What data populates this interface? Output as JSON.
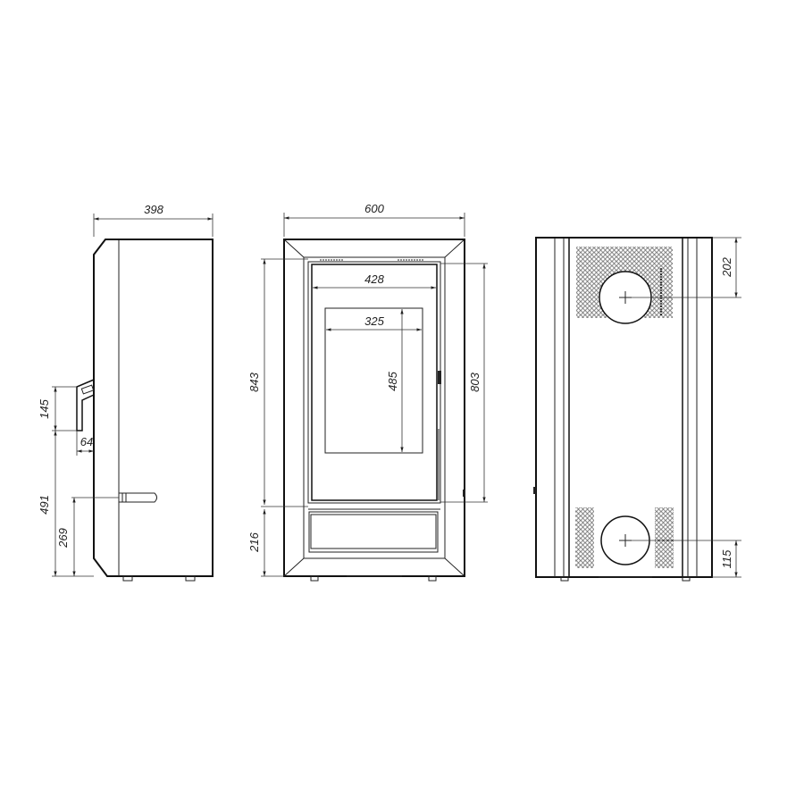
{
  "side_view": {
    "width": "398",
    "handle_height": "145",
    "handle_depth": "64",
    "handle_floor": "491",
    "air_control_height": "269"
  },
  "front_view": {
    "width": "600",
    "door_height": "843",
    "base_height": "216",
    "firebox_height": "803",
    "firebox_width": "428",
    "glass_width": "325",
    "glass_height": "485"
  },
  "back_view": {
    "top_flue_offset": "202",
    "rear_flue_height": "115"
  }
}
